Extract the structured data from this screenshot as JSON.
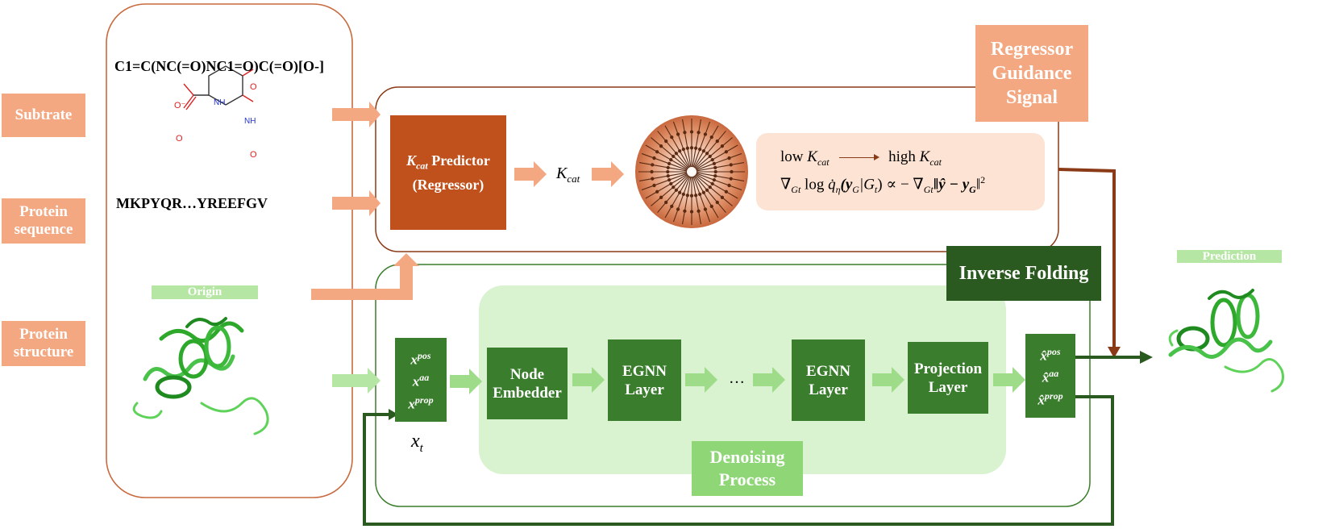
{
  "inputs": {
    "substrate_label": "Subtrate",
    "protein_sequence_label": "Protein sequence",
    "protein_structure_label": "Protein structure",
    "smiles": "C1=C(NC(=O)NC1=O)C(=O)[O-]",
    "sequence": "MKPYQR…YREEFGV",
    "origin_tag": "Origin",
    "mol_atoms": [
      "NH",
      "NH",
      "O",
      "O",
      "O",
      "O⁻"
    ]
  },
  "regressor": {
    "guidance_label": "Regressor Guidance Signal",
    "predictor_label_k": "K",
    "predictor_label_sub": "cat",
    "predictor_label_rest": " Predictor",
    "predictor_label_line2": "(Regressor)",
    "kcat_k": "K",
    "kcat_sub": "cat",
    "low_text": "low",
    "high_text": "high",
    "formula_lhs": "∇",
    "formula_lhs_sub": "G",
    "formula_lhs_subsub": "t",
    "formula_log": "log",
    "formula_q": "q̇",
    "formula_eta": "η",
    "formula_arg": "(y",
    "formula_arg_sub": "G",
    "formula_given": "|G",
    "formula_given_sub": "t",
    "formula_prop": ") ∝ − ∇",
    "formula_rhs_sub": "G",
    "formula_rhs_subsub": "t",
    "formula_norm": "‖ŷ − y",
    "formula_norm_sub": "G",
    "formula_norm_end": "‖",
    "formula_sq": "2"
  },
  "inverse_folding": {
    "title": "Inverse Folding",
    "denoising_label": "Denoising Process",
    "node_embedder": "Node Embedder",
    "egnn_1": "EGNN Layer",
    "ellipsis": "…",
    "egnn_2": "EGNN Layer",
    "projection": "Projection Layer",
    "xt_x": "x",
    "xt_sub": "t",
    "input_vars": [
      {
        "base": "x",
        "sup": "pos"
      },
      {
        "base": "x",
        "sup": "aa"
      },
      {
        "base": "x",
        "sup": "prop"
      }
    ],
    "output_vars": [
      {
        "base": "x̂",
        "sup": "pos"
      },
      {
        "base": "x̂",
        "sup": "aa"
      },
      {
        "base": "x̂",
        "sup": "prop"
      }
    ]
  },
  "output": {
    "prediction_tag": "Prediction"
  },
  "colors": {
    "salmon": "#f3a882",
    "rust": "#c0511d",
    "brown_line": "#8b3a17",
    "dark_green": "#2a5a1f",
    "green_box": "#3a7d2c",
    "light_green_panel": "#d9f2cf",
    "light_green_arrow": "#9fdc8a",
    "formula_bg": "#fde3d3"
  }
}
